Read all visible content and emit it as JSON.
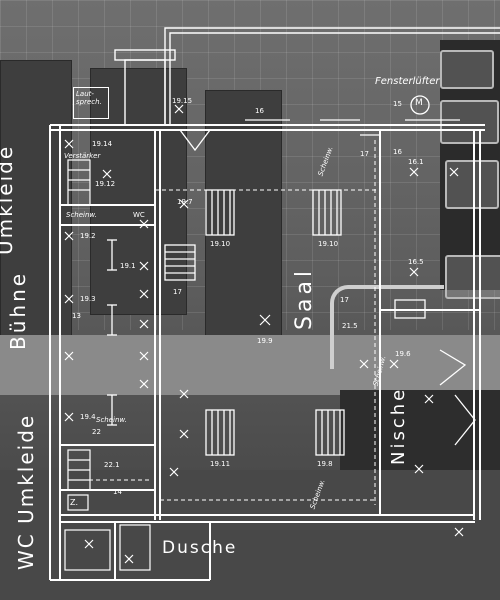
{
  "photo": {
    "scene": "kitchen-background"
  },
  "labels": {
    "umkleide_top": "Umkleide",
    "buhne": "Bühne",
    "wc_umkleide": "WC Umkleide",
    "saal": "Saal",
    "nische": "Nische",
    "dusche": "Dusche",
    "fensterluefter": "Fensterlüfter",
    "lautsprecher": "Laut-\nsprech.",
    "verstaerker": "Verstärker",
    "scheinw_1": "Scheinw.",
    "wc": "WC",
    "scheinw_2": "Scheinw.",
    "scheinw_3": "Scheinw.",
    "scheinw_4": "Scheinw.",
    "scheinw_5": "Scheinw.",
    "m_symbol": "M",
    "z_symbol": "Z."
  },
  "numbers": {
    "n1915": "19.15",
    "n16a": "16",
    "n19_14": "19.14",
    "n19_12": "19.12",
    "n19_7": "19.7",
    "n19_10a": "19.10",
    "n19_10b": "19.10",
    "n19_2": "19.2",
    "n19_1": "19.1",
    "n19_3": "19.3",
    "n19_9": "19.9",
    "n19_4": "19.4",
    "n19_11": "19.11",
    "n19_8": "19.8",
    "n17a": "17",
    "n17b": "17",
    "n17c": "17",
    "n16b": "16",
    "n15": "15",
    "n16_1": "16.1",
    "n16_5": "16.5",
    "n19_6": "19.6",
    "n21_5": "21.5",
    "n22": "22",
    "n14": "14",
    "n22_1": "22.1",
    "n13": "13"
  }
}
